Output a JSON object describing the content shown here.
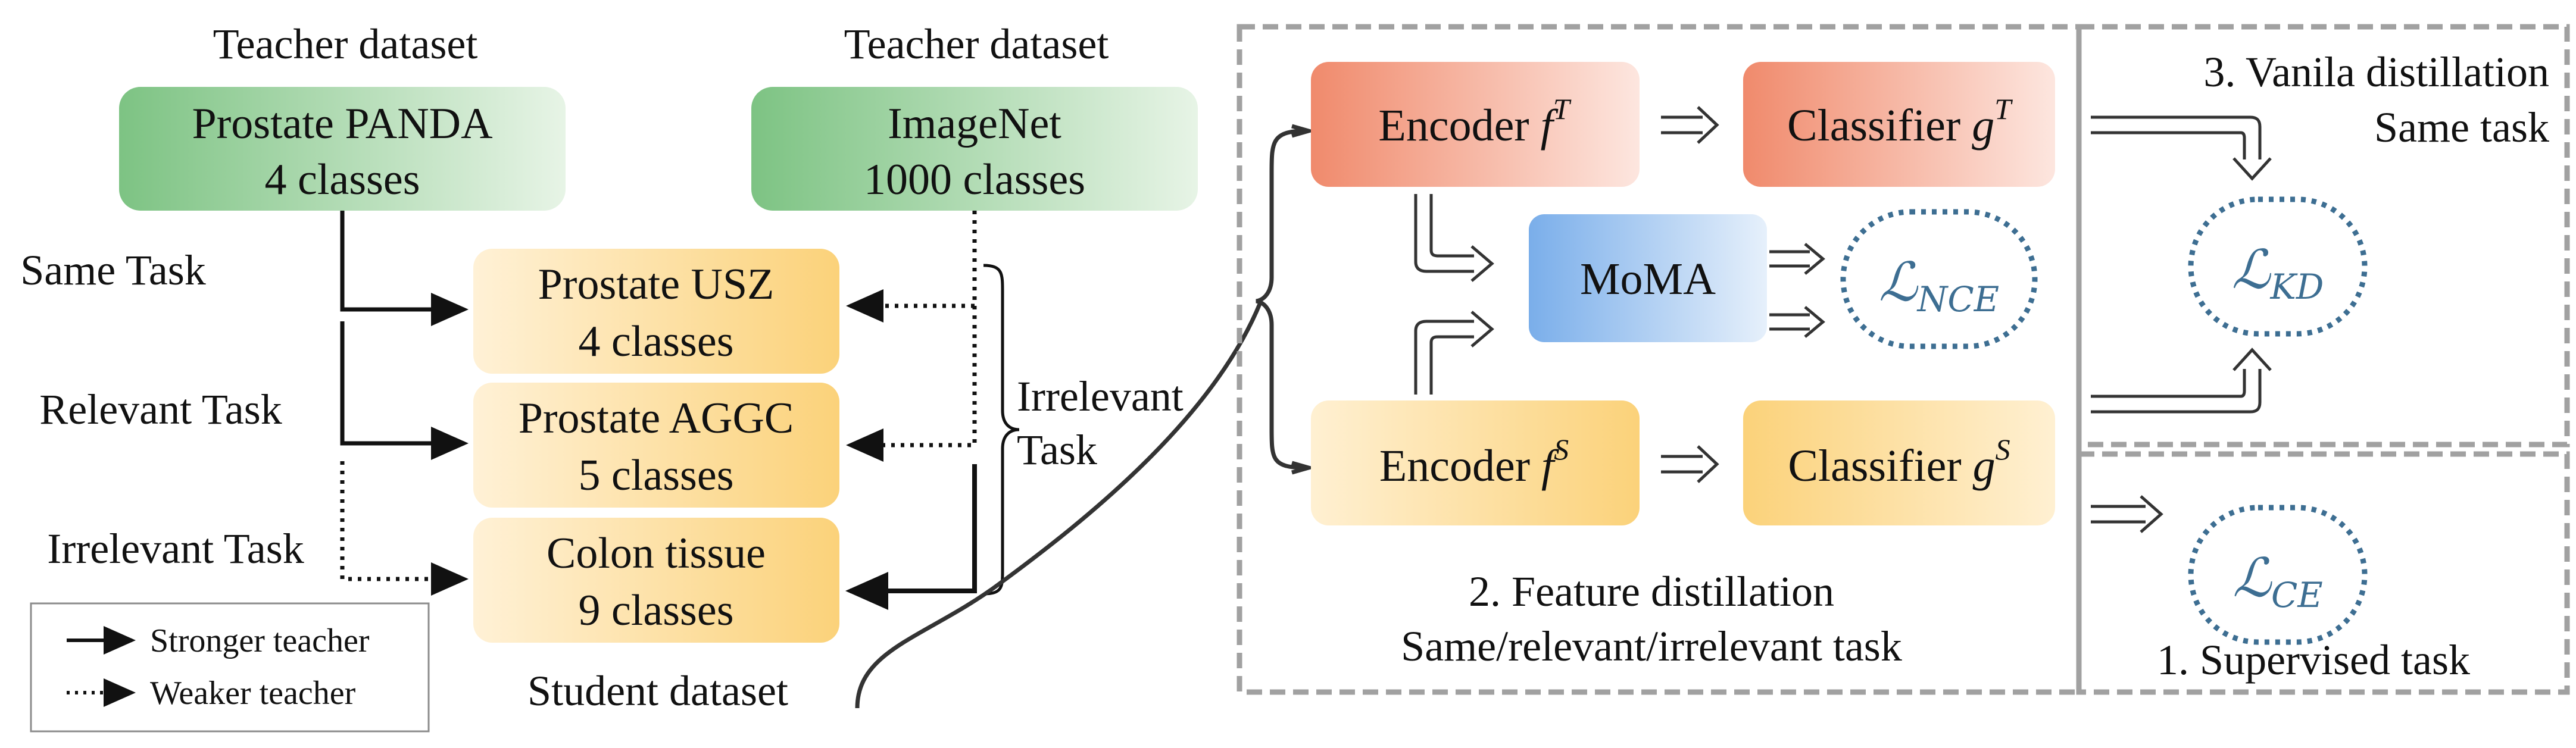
{
  "left_panel": {
    "teacher_label_1": "Teacher dataset",
    "teacher_label_2": "Teacher dataset",
    "teacher_1": {
      "name": "Prostate PANDA",
      "classes": "4 classes"
    },
    "teacher_2": {
      "name": "ImageNet",
      "classes": "1000 classes"
    },
    "students": [
      {
        "name": "Prostate USZ",
        "classes": "4 classes"
      },
      {
        "name": "Prostate AGGC",
        "classes": "5 classes"
      },
      {
        "name": "Colon tissue",
        "classes": "9 classes"
      }
    ],
    "task_labels": {
      "same": "Same Task",
      "relevant": "Relevant Task",
      "irrelevant": "Irrelevant Task"
    },
    "irrelevant_brace": {
      "line1": "Irrelevant",
      "line2": "Task"
    },
    "student_dataset_label": "Student dataset",
    "legend": {
      "stronger": "Stronger teacher",
      "weaker": "Weaker teacher"
    }
  },
  "feature_panel": {
    "encoder_teacher": {
      "text": "Encoder ",
      "symbol": "f",
      "sup": "T"
    },
    "classifier_teacher": {
      "text": "Classifier ",
      "symbol": "g",
      "sup": "T"
    },
    "moma": "MoMA",
    "loss_nce": {
      "symbol": "ℒ",
      "sub": "NCE"
    },
    "encoder_student": {
      "text": "Encoder ",
      "symbol": "f",
      "sup": "S"
    },
    "classifier_student": {
      "text": "Classifier ",
      "symbol": "g",
      "sup": "S"
    },
    "caption_line1": "2. Feature distillation",
    "caption_line2": "Same/relevant/irrelevant task"
  },
  "kd_panel": {
    "caption_line1": "3. Vanila distillation",
    "caption_line2": "Same task",
    "loss_kd": {
      "symbol": "ℒ",
      "sub": "KD"
    }
  },
  "ce_panel": {
    "caption": "1. Supervised task",
    "loss_ce": {
      "symbol": "ℒ",
      "sub": "CE"
    }
  },
  "colors": {
    "green": "#7dc383",
    "orange_red": "#f08a6c",
    "yellow": "#fbd27a",
    "blue": "#7aaeea",
    "loss_blue": "#3d6e92",
    "panel_border": "#9a9a9a"
  }
}
